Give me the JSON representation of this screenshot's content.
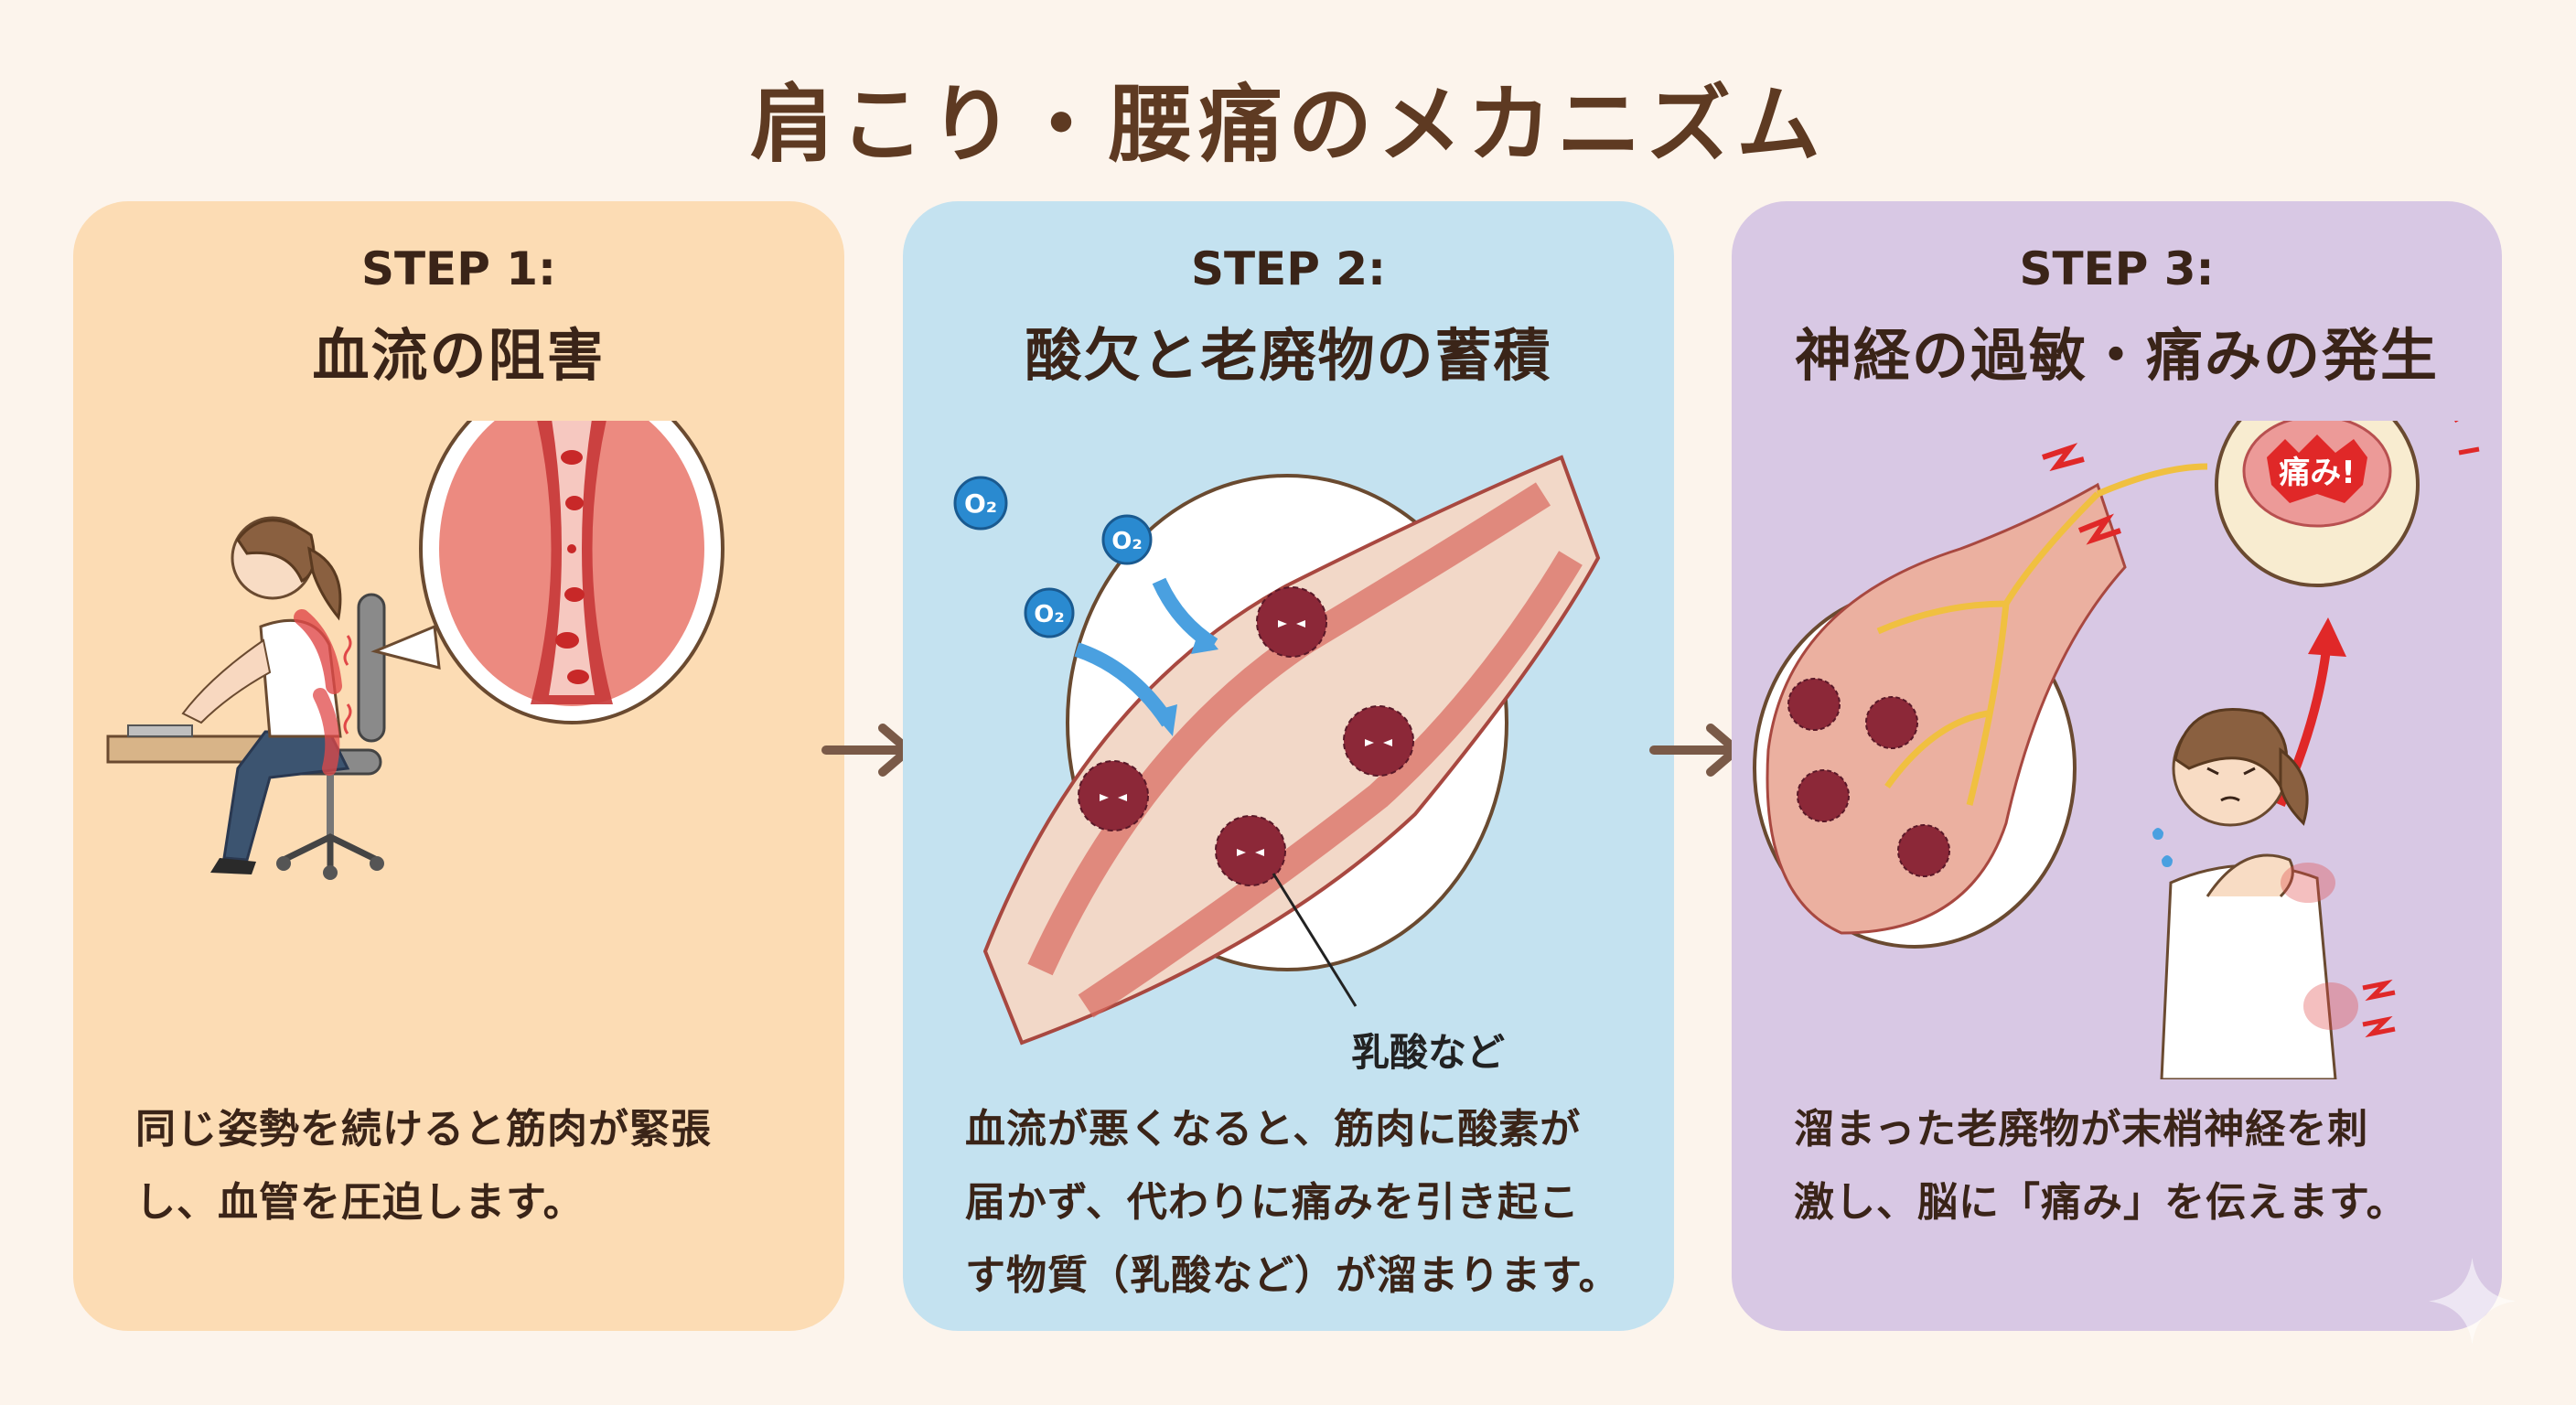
{
  "title": "肩こり・腰痛のメカニズム",
  "steps": [
    {
      "label": "STEP 1:",
      "title": "血流の阻害",
      "description": [
        "同じ姿勢を続けると筋肉が緊張",
        "し、血管を圧迫します。"
      ],
      "illustration": "woman-sitting-at-desk-with-compressed-blood-vessel-zoom",
      "background": "#fcdcb4"
    },
    {
      "label": "STEP 2:",
      "title": "酸欠と老廃物の蓄積",
      "description": [
        "血流が悪くなると、筋肉に酸素が",
        "届かず、代わりに痛みを引き起こ",
        "す物質（乳酸など）が溜まります。"
      ],
      "illustration": "muscle-with-oxygen-and-waste-products",
      "callouts": {
        "oxygen": "O₂",
        "waste_label": "乳酸など"
      },
      "background": "#c4e2f0"
    },
    {
      "label": "STEP 3:",
      "title": "神経の過敏・痛みの発生",
      "description": [
        "溜まった老廃物が末梢神経を刺",
        "激し、脳に「痛み」を伝えます。"
      ],
      "illustration": "nerve-signal-to-brain-woman-in-pain",
      "callouts": {
        "brain_label": "痛み!"
      },
      "background": "#d8c8e4"
    }
  ],
  "icons": {
    "flow_arrow": "arrow-right-icon",
    "corner_mark": "sparkle-icon"
  },
  "colors": {
    "page_bg": "#fcf4ec",
    "title": "#5e3a22",
    "text": "#3a2418",
    "arrow": "#7a5a48",
    "muscle": "#d8685c",
    "waste": "#8c2838",
    "oxygen": "#2a8ad0",
    "nerve": "#f0c040",
    "alert": "#e02828"
  }
}
